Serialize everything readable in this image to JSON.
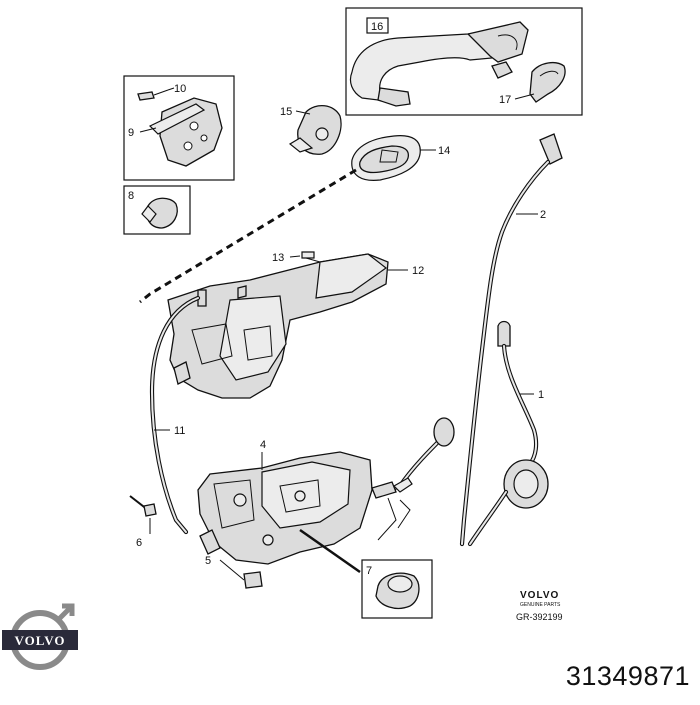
{
  "diagram": {
    "callouts": [
      {
        "id": "c1",
        "label": "1"
      },
      {
        "id": "c2",
        "label": "2"
      },
      {
        "id": "c4",
        "label": "4"
      },
      {
        "id": "c5",
        "label": "5"
      },
      {
        "id": "c6",
        "label": "6"
      },
      {
        "id": "c7",
        "label": "7"
      },
      {
        "id": "c8",
        "label": "8"
      },
      {
        "id": "c9",
        "label": "9"
      },
      {
        "id": "c10",
        "label": "10"
      },
      {
        "id": "c11",
        "label": "11"
      },
      {
        "id": "c12",
        "label": "12"
      },
      {
        "id": "c13",
        "label": "13"
      },
      {
        "id": "c14",
        "label": "14"
      },
      {
        "id": "c15",
        "label": "15"
      },
      {
        "id": "c16",
        "label": "16"
      },
      {
        "id": "c17",
        "label": "17"
      }
    ],
    "stamp": {
      "brand": "VOLVO",
      "subtitle": "GENUINE PARTS",
      "reference": "GR-392199"
    }
  },
  "logo": {
    "icon": "volvo-logo-icon",
    "text": "VOLVO"
  },
  "part_number": "31349871",
  "colors": {
    "ink": "#111111",
    "part_fill": "#dcdcdc",
    "background": "#ffffff"
  }
}
